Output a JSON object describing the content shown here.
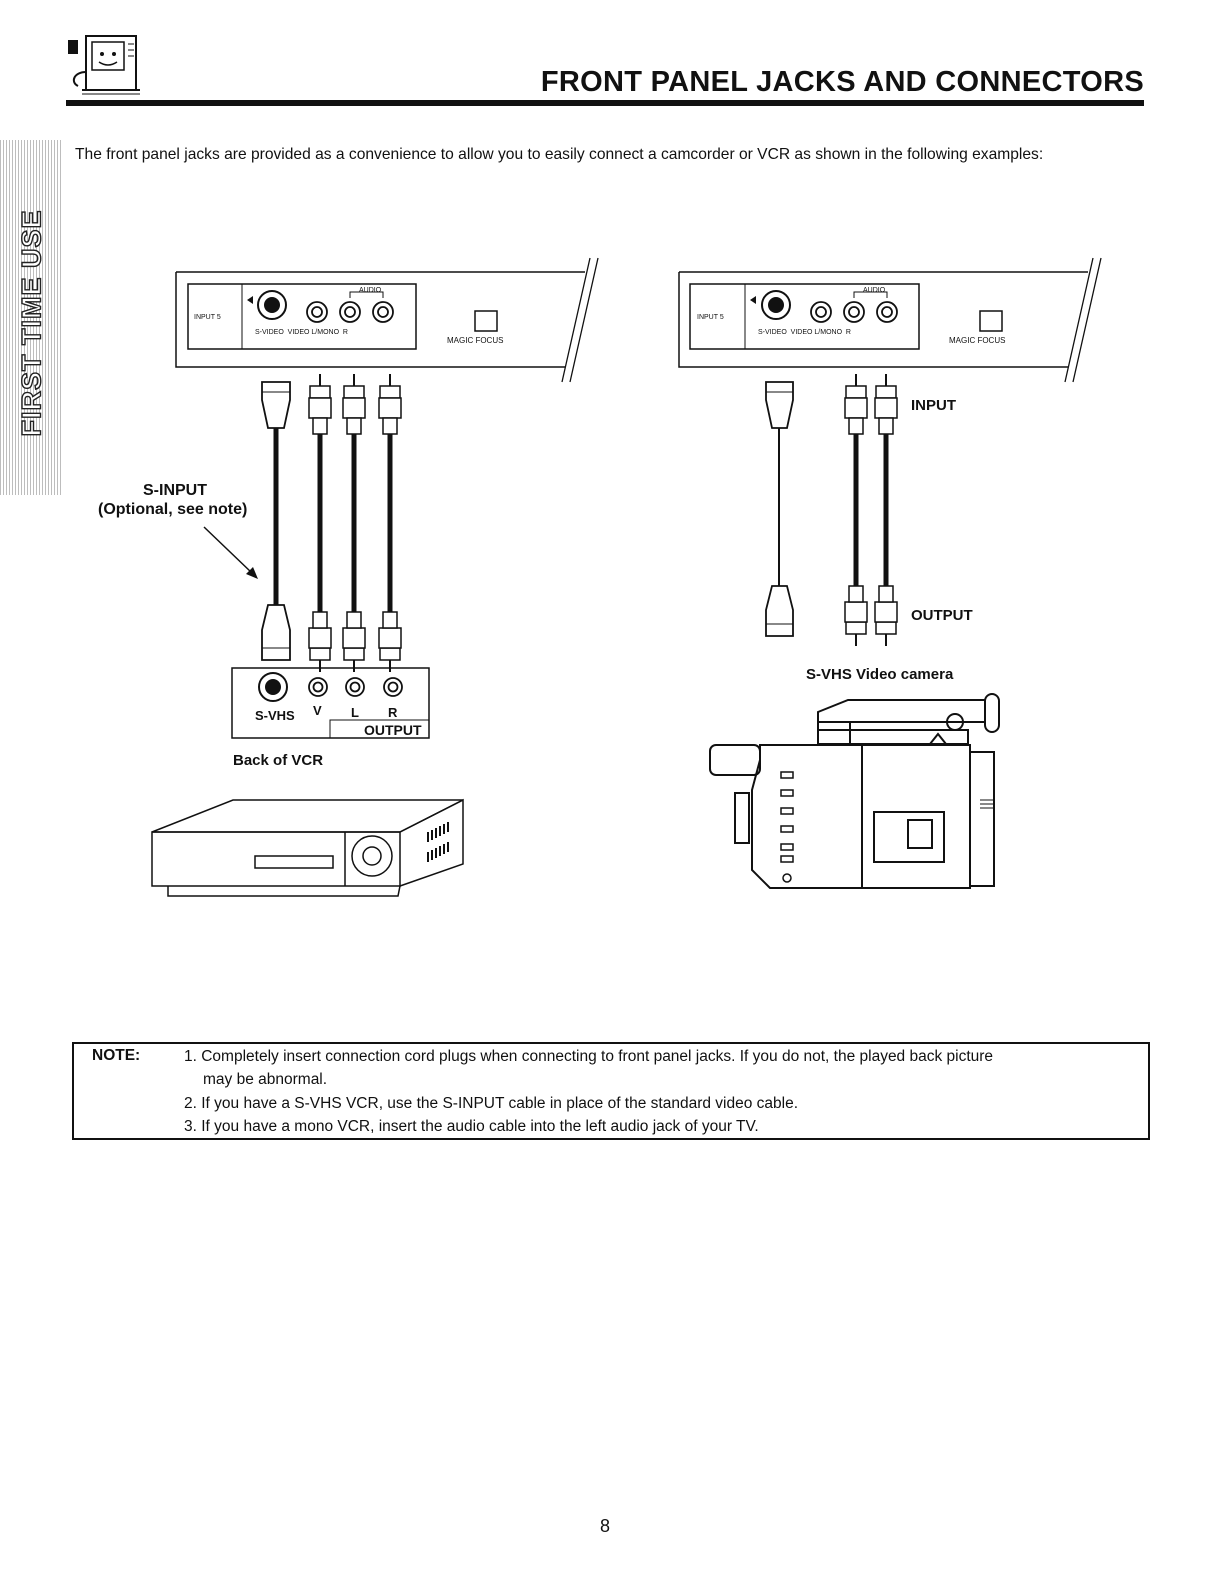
{
  "page": {
    "title": "FRONT PANEL JACKS AND CONNECTORS",
    "side_tab": "FIRST TIME USE",
    "intro": "The front panel jacks are provided as a convenience to allow you to easily connect a camcorder or VCR as shown in the following examples:",
    "page_number": "8"
  },
  "panel": {
    "input_label": "INPUT 5",
    "audio_label": "AUDIO",
    "jack_labels": "S-VIDEO  VIDEO L/MONO  R",
    "magic_focus": "MAGIC FOCUS"
  },
  "left_example": {
    "s_input_line1": "S-INPUT",
    "s_input_line2": "(Optional, see note)",
    "vcr_svhs": "S-VHS",
    "vcr_v": "V",
    "vcr_l": "L",
    "vcr_r": "R",
    "vcr_output": "OUTPUT",
    "caption": "Back of VCR"
  },
  "right_example": {
    "input": "INPUT",
    "output": "OUTPUT",
    "caption": "S-VHS Video camera"
  },
  "note": {
    "label": "NOTE:",
    "items": [
      "1. Completely insert connection cord plugs when connecting to front panel jacks.  If you do not, the played back picture",
      "may be abnormal.",
      "2. If you have a S-VHS VCR, use the S-INPUT cable in place of the standard video cable.",
      "3. If you have a mono VCR, insert the audio cable into the left audio jack of your TV."
    ]
  }
}
